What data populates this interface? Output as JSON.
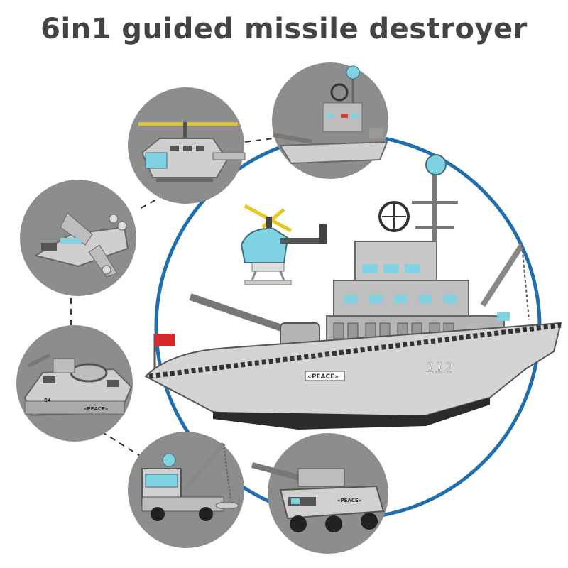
{
  "header": {
    "title": "6in1 guided missile destroyer"
  },
  "ship": {
    "hull_label": "«PEACE»",
    "hull_number": "112"
  },
  "colors": {
    "ring": "#1f6fb0",
    "thumb_bg": "#8d8d8d",
    "title": "#444444",
    "flag": "#d8262b",
    "accent_glass": "#7fd3e3"
  },
  "variants": [
    {
      "name": "helicopter"
    },
    {
      "name": "small destroyer"
    },
    {
      "name": "fighter jet"
    },
    {
      "name": "hovercraft",
      "label": "«PEACE»",
      "number": "84"
    },
    {
      "name": "crane truck"
    },
    {
      "name": "tank",
      "label": "«PEACE»"
    }
  ]
}
